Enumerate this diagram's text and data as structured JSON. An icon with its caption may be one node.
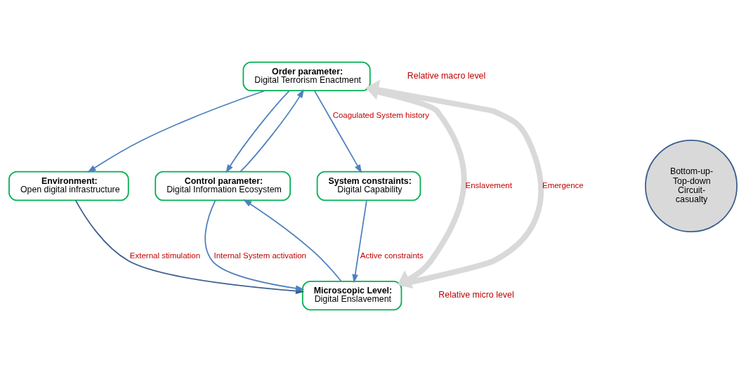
{
  "diagram": {
    "nodes": [
      {
        "text": [
          "Environment:",
          "Open digital infrastructure"
        ]
      },
      {
        "text": [
          "Order parameter:",
          "Digital Terrorism Enactment"
        ]
      },
      {
        "text": [
          "Control parameter:",
          "Digital Information Ecosystem"
        ]
      },
      {
        "text": [
          "Bottom-up- Top-down Circuit- casualty"
        ]
      },
      {
        "text": [
          "System constraints:",
          "Digital Capability"
        ]
      },
      {
        "text": [
          "Microscopic Level:",
          "Digital Enslavement"
        ]
      }
    ],
    "edges": [
      {
        "from": 1,
        "to": 0,
        "arrow": "to"
      },
      {
        "from": 2,
        "to": 1,
        "arrow": "to"
      },
      {
        "from": 1,
        "to": 2,
        "arrow": "to"
      },
      {
        "from": 1,
        "to": 4,
        "arrow": "to",
        "label": "Coagulated System history"
      },
      {
        "from": 5,
        "to": 1,
        "arrow": "to",
        "label": "Emergence",
        "style": "thick",
        "color": "#d9d9d9"
      },
      {
        "from": 1,
        "to": 5,
        "arrow": "to",
        "label": "Enslavement",
        "style": "thick",
        "color": "#d9d9d9"
      },
      {
        "from": 5,
        "to": 2,
        "arrow": "to"
      },
      {
        "from": 2,
        "to": 5,
        "arrow": "to",
        "label": "Internal System activation"
      },
      {
        "from": 4,
        "to": 5,
        "arrow": "to",
        "label": "Active constraints"
      },
      {
        "from": 0,
        "to": 5,
        "arrow": "to",
        "label": "External stimulation",
        "color": "#3a5f8f"
      }
    ],
    "labels": [
      "Relative macro level",
      "Relative micro level"
    ]
  }
}
